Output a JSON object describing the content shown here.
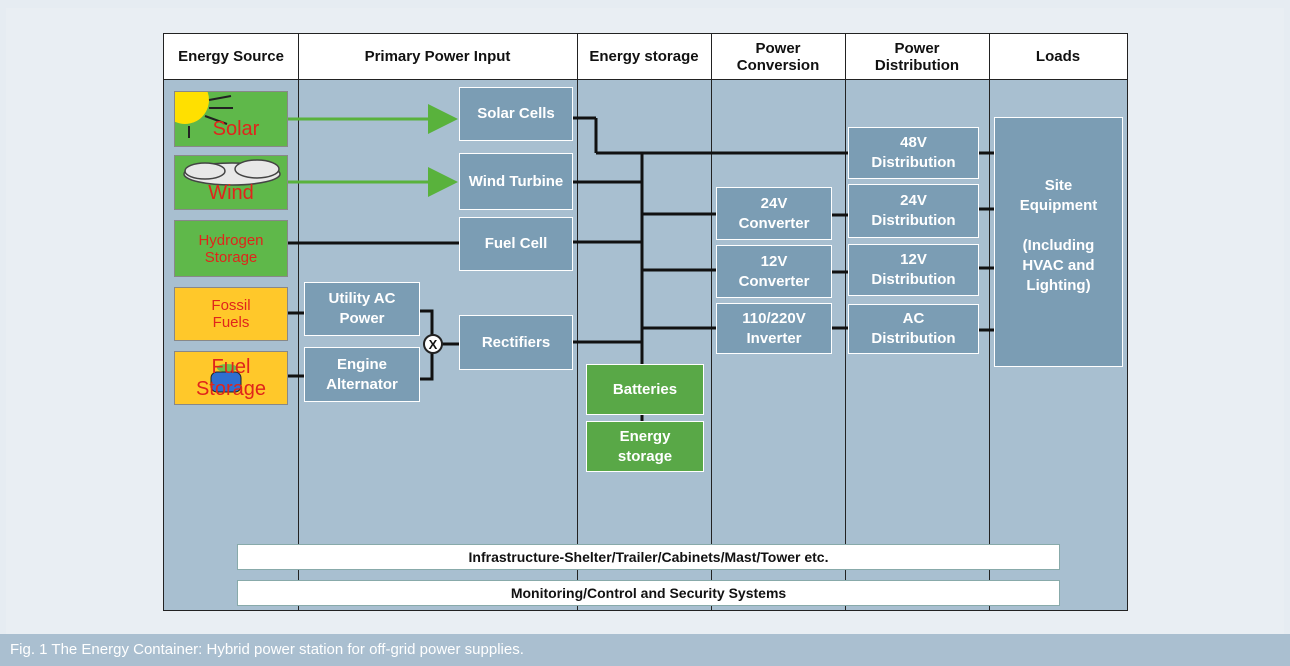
{
  "headers": {
    "energy_source": "Energy Source",
    "primary_power_input": "Primary Power Input",
    "energy_storage": "Energy storage",
    "power_conversion": "Power Conversion",
    "power_distribution": "Power Distribution",
    "loads": "Loads"
  },
  "sources": {
    "solar": "Solar",
    "wind": "Wind",
    "hydrogen": "Hydrogen Storage",
    "fossil": "Fossil Fuels",
    "fuel_storage": "Fuel Storage"
  },
  "inputs": {
    "solar_cells": "Solar Cells",
    "wind_turbine": "Wind Turbine",
    "fuel_cell": "Fuel Cell",
    "utility_ac": "Utility AC Power",
    "engine_alt": "Engine Alternator",
    "rectifiers": "Rectifiers",
    "junction": "X"
  },
  "storage": {
    "batteries": "Batteries",
    "energy_storage": "Energy storage"
  },
  "conversion": {
    "conv24": "24V Converter",
    "conv12": "12V Converter",
    "inverter": "110/220V Inverter"
  },
  "distribution": {
    "d48": "48V Distribution",
    "d24": "24V Distribution",
    "d12": "12V Distribution",
    "dac": "AC Distribution"
  },
  "loads": {
    "site_equipment_l1": "Site",
    "site_equipment_l2": "Equipment",
    "site_equipment_l3": "(Including",
    "site_equipment_l4": "HVAC and",
    "site_equipment_l5": "Lighting)"
  },
  "bars": {
    "infrastructure": "Infrastructure-Shelter/Trailer/Cabinets/Mast/Tower etc.",
    "monitoring": "Monitoring/Control and Security Systems"
  },
  "caption": "Fig. 1   The Energy Container: Hybrid power station for off-grid power supplies.",
  "colors": {
    "background": "#a8bfd0",
    "box": "#7b9db4",
    "green_box": "#59a847",
    "arrow": "#59b23c",
    "source_green": "#5fb84a",
    "source_yellow": "#ffc82a"
  }
}
